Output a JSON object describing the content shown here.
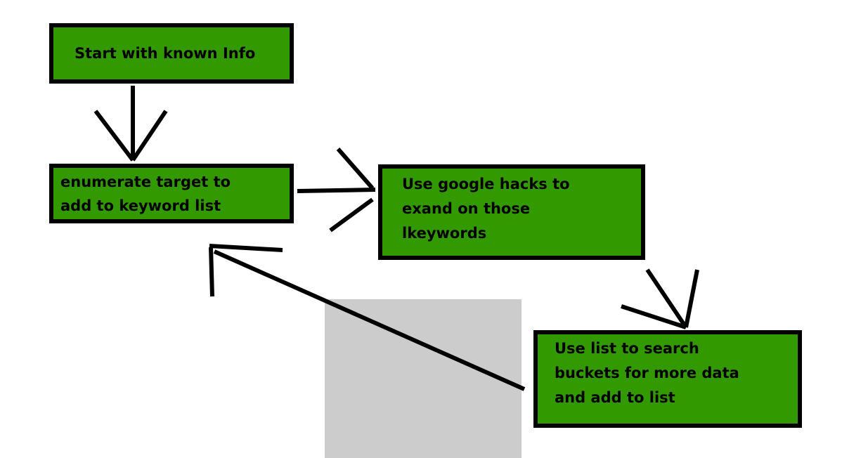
{
  "colors": {
    "box_fill": "#339900",
    "box_border": "#000000",
    "arrow": "#000000",
    "overlay_gray": "#cccccc"
  },
  "nodes": {
    "start": {
      "text": "Start with known Info"
    },
    "enumerate": {
      "text": "enumerate target to\nadd to keyword list"
    },
    "google": {
      "text": "Use google hacks to\nexand on those\nlkeywords"
    },
    "buckets": {
      "text": "Use list to search\nbuckets for more data\nand add to list"
    }
  },
  "edges": [
    {
      "from": "start",
      "to": "enumerate"
    },
    {
      "from": "enumerate",
      "to": "google"
    },
    {
      "from": "google",
      "to": "buckets"
    },
    {
      "from": "buckets",
      "to": "enumerate"
    }
  ]
}
